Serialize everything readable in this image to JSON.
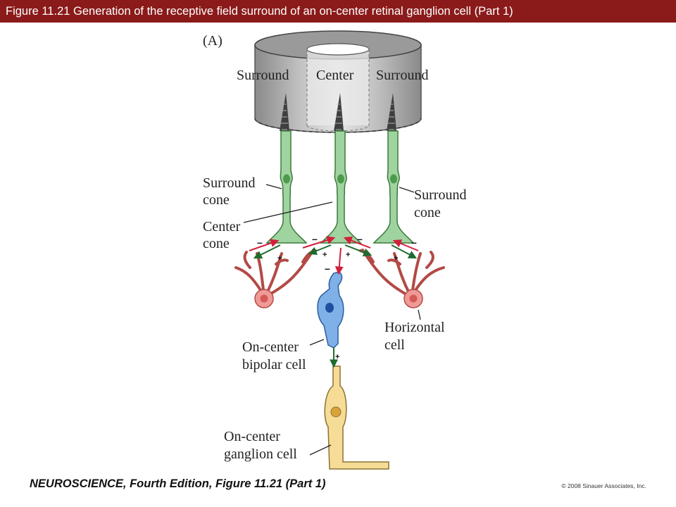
{
  "header": {
    "title": "Figure 11.21  Generation of the receptive field surround of an on-center retinal ganglion cell (Part 1)"
  },
  "diagram": {
    "panel_label": "(A)",
    "field_labels": {
      "surround_left": "Surround",
      "center": "Center",
      "surround_right": "Surround"
    },
    "labels": {
      "surround_cone_left_1": "Surround",
      "surround_cone_left_2": "cone",
      "center_cone_1": "Center",
      "center_cone_2": "cone",
      "surround_cone_right_1": "Surround",
      "surround_cone_right_2": "cone",
      "horizontal_cell_1": "Horizontal",
      "horizontal_cell_2": "cell",
      "bipolar_cell_1": "On-center",
      "bipolar_cell_2": "bipolar cell",
      "ganglion_cell_1": "On-center",
      "ganglion_cell_2": "ganglion cell"
    },
    "signs": {
      "minus": "–",
      "plus": "+"
    },
    "colors": {
      "cone": "#9fd39f",
      "cone_outline": "#3b7a3b",
      "horizontal_cell": "#ef9a96",
      "horizontal_outline": "#b24a45",
      "bipolar_cell": "#7fb0e8",
      "ganglion_cell": "#f6dc96",
      "inhibitory_arrow": "#d21f3c",
      "excitatory_arrow": "#1f6b2f"
    }
  },
  "footer": {
    "book": "NEUROSCIENCE, Fourth Edition, Figure 11.21 (Part 1)",
    "copyright": "© 2008 Sinauer Associates, Inc."
  }
}
